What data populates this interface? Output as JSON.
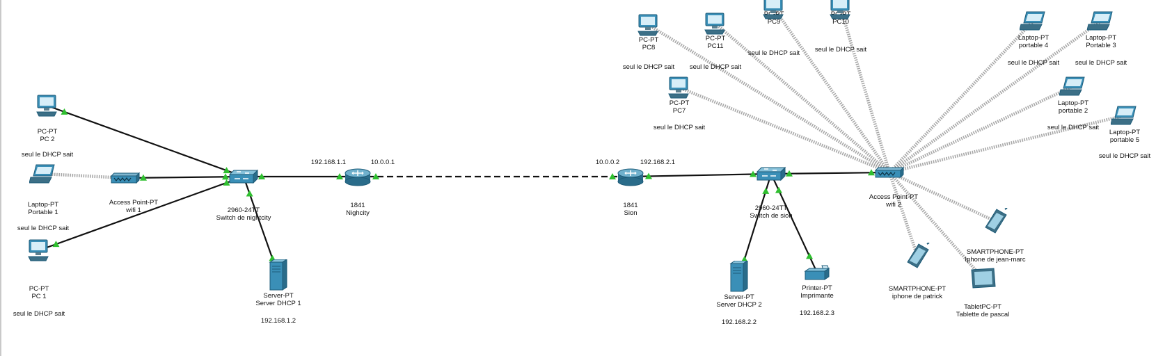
{
  "devices": [
    {
      "id": "pc2",
      "kind": "pc",
      "type_label": "PC-PT",
      "name": "PC 2",
      "note": "seul le DHCP sait",
      "icon": "pc-icon"
    },
    {
      "id": "laptop1",
      "kind": "laptop",
      "type_label": "Laptop-PT",
      "name": "Portable 1",
      "note": "seul le DHCP sait",
      "icon": "laptop-icon"
    },
    {
      "id": "pc1",
      "kind": "pc",
      "type_label": "PC-PT",
      "name": "PC 1",
      "note": "seul le DHCP sait",
      "icon": "pc-icon"
    },
    {
      "id": "ap1",
      "kind": "ap",
      "type_label": "Access Point-PT",
      "name": "wifi 1",
      "icon": "access-point-icon"
    },
    {
      "id": "sw1",
      "kind": "switch",
      "type_label": "2960-24TT",
      "name": "Switch de nightcity",
      "icon": "switch-icon"
    },
    {
      "id": "srv1",
      "kind": "server",
      "type_label": "Server-PT",
      "name": "Server DHCP 1",
      "note": "192.168.1.2",
      "icon": "server-icon"
    },
    {
      "id": "r1",
      "kind": "router",
      "type_label": "1841",
      "name": "Nighcity",
      "icon": "router-icon"
    },
    {
      "id": "r2",
      "kind": "router",
      "type_label": "1841",
      "name": "Sion",
      "icon": "router-icon"
    },
    {
      "id": "sw2",
      "kind": "switch",
      "type_label": "2960-24TT",
      "name": "Switch de sion",
      "icon": "switch-icon"
    },
    {
      "id": "srv2",
      "kind": "server",
      "type_label": "Server-PT",
      "name": "Server DHCP 2",
      "note": "192.168.2.2",
      "icon": "server-icon"
    },
    {
      "id": "prn",
      "kind": "printer",
      "type_label": "Printer-PT",
      "name": "Imprimante",
      "note": "192.168.2.3",
      "icon": "printer-icon"
    },
    {
      "id": "ap2",
      "kind": "ap",
      "type_label": "Access Point-PT",
      "name": "wifi 2",
      "icon": "access-point-icon"
    },
    {
      "id": "pc8",
      "kind": "pc",
      "type_label": "PC-PT",
      "name": "PC8",
      "note": "seul le DHCP sait",
      "icon": "pc-icon"
    },
    {
      "id": "pc11",
      "kind": "pc",
      "type_label": "PC-PT",
      "name": "PC11",
      "note": "seul le DHCP sait",
      "icon": "pc-icon"
    },
    {
      "id": "pc9",
      "kind": "pc",
      "type_label": "PC-PT",
      "name": "PC9",
      "note": "seul le DHCP sait",
      "icon": "pc-icon"
    },
    {
      "id": "pc10",
      "kind": "pc",
      "type_label": "PC-PT",
      "name": "PC10",
      "note": "seul le DHCP sait",
      "icon": "pc-icon"
    },
    {
      "id": "pc7",
      "kind": "pc",
      "type_label": "PC-PT",
      "name": "PC7",
      "note": "seul le DHCP sait",
      "icon": "pc-icon"
    },
    {
      "id": "lp4",
      "kind": "laptop",
      "type_label": "Laptop-PT",
      "name": "portable 4",
      "note": "seul le DHCP sait",
      "icon": "laptop-icon"
    },
    {
      "id": "lp3",
      "kind": "laptop",
      "type_label": "Laptop-PT",
      "name": "Portable 3",
      "note": "seul le DHCP sait",
      "icon": "laptop-icon"
    },
    {
      "id": "lp2",
      "kind": "laptop",
      "type_label": "Laptop-PT",
      "name": "portable 2",
      "note": "seul le DHCP sait",
      "icon": "laptop-icon"
    },
    {
      "id": "lp5",
      "kind": "laptop",
      "type_label": "Laptop-PT",
      "name": "portable 5",
      "note": "seul le DHCP sait",
      "icon": "laptop-icon"
    },
    {
      "id": "sp1",
      "kind": "phone",
      "type_label": "SMARTPHONE-PT",
      "name": "Iphone de jean-marc",
      "icon": "smartphone-icon"
    },
    {
      "id": "sp2",
      "kind": "phone",
      "type_label": "SMARTPHONE-PT",
      "name": "iphone de patrick",
      "icon": "smartphone-icon"
    },
    {
      "id": "tab",
      "kind": "tablet",
      "type_label": "TabletPC-PT",
      "name": "Tablette de pascal",
      "icon": "tablet-icon"
    }
  ],
  "ip_labels": {
    "r1_lan": "192.168.1.1",
    "r1_wan": "10.0.0.1",
    "r2_wan": "10.0.0.2",
    "r2_lan": "192.168.2.1"
  },
  "links": [
    {
      "from": "pc2",
      "to": "sw1",
      "style": "solid"
    },
    {
      "from": "pc1",
      "to": "sw1",
      "style": "solid"
    },
    {
      "from": "laptop1",
      "to": "ap1",
      "style": "wireless"
    },
    {
      "from": "ap1",
      "to": "sw1",
      "style": "solid"
    },
    {
      "from": "sw1",
      "to": "srv1",
      "style": "solid"
    },
    {
      "from": "sw1",
      "to": "r1",
      "style": "solid"
    },
    {
      "from": "r1",
      "to": "r2",
      "style": "dashed"
    },
    {
      "from": "r2",
      "to": "sw2",
      "style": "solid"
    },
    {
      "from": "sw2",
      "to": "srv2",
      "style": "solid"
    },
    {
      "from": "sw2",
      "to": "prn",
      "style": "solid"
    },
    {
      "from": "sw2",
      "to": "ap2",
      "style": "solid"
    },
    {
      "from": "pc8",
      "to": "ap2",
      "style": "wireless"
    },
    {
      "from": "pc11",
      "to": "ap2",
      "style": "wireless"
    },
    {
      "from": "pc9",
      "to": "ap2",
      "style": "wireless"
    },
    {
      "from": "pc10",
      "to": "ap2",
      "style": "wireless"
    },
    {
      "from": "pc7",
      "to": "ap2",
      "style": "wireless"
    },
    {
      "from": "lp4",
      "to": "ap2",
      "style": "wireless"
    },
    {
      "from": "lp3",
      "to": "ap2",
      "style": "wireless"
    },
    {
      "from": "lp2",
      "to": "ap2",
      "style": "wireless"
    },
    {
      "from": "lp5",
      "to": "ap2",
      "style": "wireless"
    },
    {
      "from": "sp1",
      "to": "ap2",
      "style": "wireless"
    },
    {
      "from": "sp2",
      "to": "ap2",
      "style": "wireless"
    },
    {
      "from": "tab",
      "to": "ap2",
      "style": "wireless"
    }
  ],
  "colors": {
    "link": "#111111",
    "wireless": "#8a8a8a",
    "port_up": "#2fbf2f",
    "device": "#3a8fb7"
  }
}
